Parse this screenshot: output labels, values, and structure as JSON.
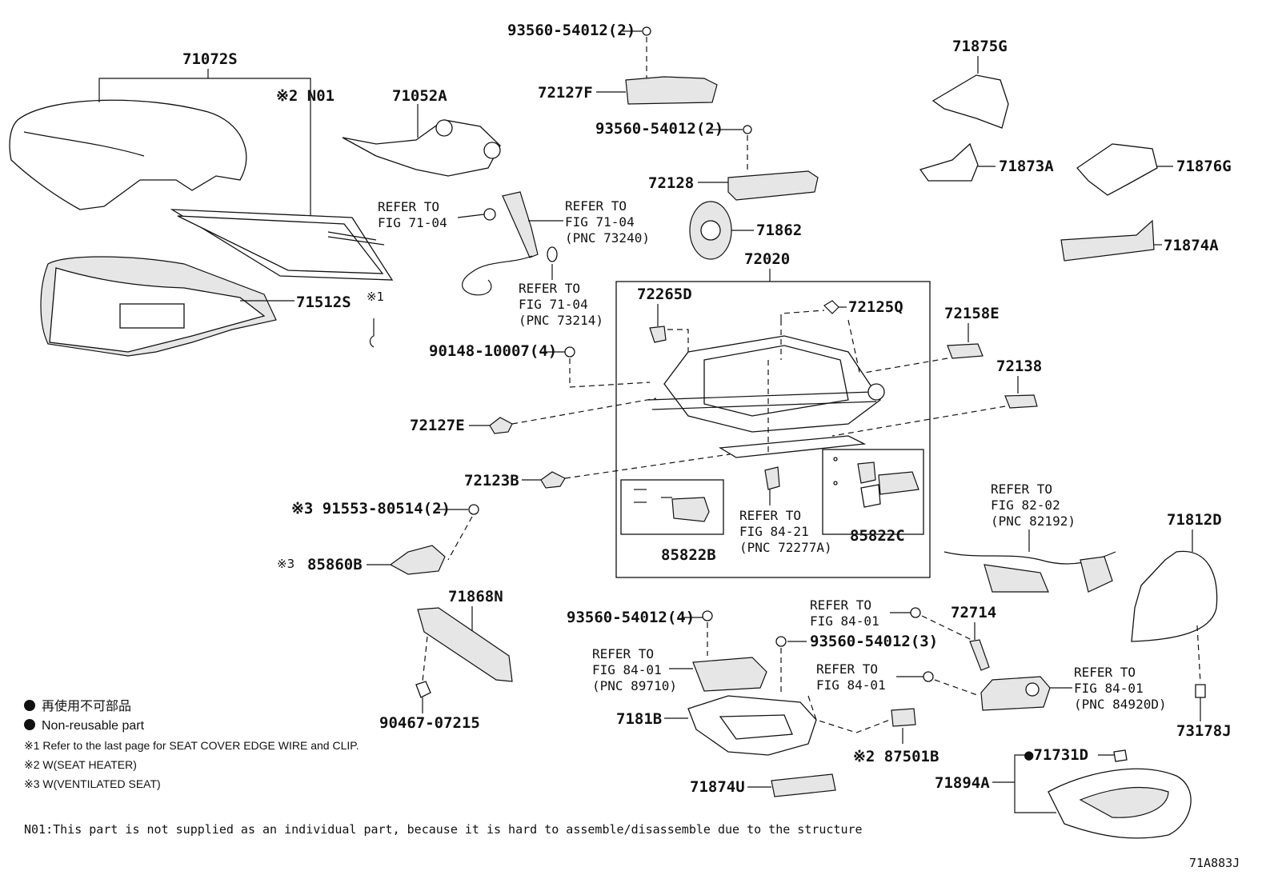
{
  "parts": {
    "p71072S": "71072S",
    "n01_label": "※2 N01",
    "p71052A": "71052A",
    "p71512S": "71512S",
    "mark1": "※1",
    "p93560_a": "93560-54012(2)",
    "p72127F": "72127F",
    "p93560_b": "93560-54012(2)",
    "p72128": "72128",
    "p71862": "71862",
    "p72020": "72020",
    "p72265D": "72265D",
    "p72125Q": "72125Q",
    "p72158E": "72158E",
    "p72138": "72138",
    "p90148": "90148-10007(4)",
    "p72127E": "72127E",
    "p72123B": "72123B",
    "p91553": "※3 91553-80514(2)",
    "p85860B_mark": "※3",
    "p85860B": "85860B",
    "p85822B": "85822B",
    "p85822C": "85822C",
    "p71868N": "71868N",
    "p90467": "90467-07215",
    "p71875G": "71875G",
    "p71873A": "71873A",
    "p71876G": "71876G",
    "p71874A": "71874A",
    "p71812D": "71812D",
    "p72714": "72714",
    "p93560_c": "93560-54012(4)",
    "p93560_d": "93560-54012(3)",
    "p7181B": "7181B",
    "p87501B": "※2 87501B",
    "p71874U": "71874U",
    "p71731D": "●71731D",
    "p71894A": "71894A",
    "p73178J": "73178J"
  },
  "refs": {
    "r1": [
      "REFER TO",
      "FIG 71-04"
    ],
    "r2": [
      "REFER TO",
      "FIG 71-04",
      "(PNC 73240)"
    ],
    "r3": [
      "REFER TO",
      "FIG 71-04",
      "(PNC 73214)"
    ],
    "r4": [
      "REFER TO",
      "FIG 84-21",
      "(PNC 72277A)"
    ],
    "r5": [
      "REFER TO",
      "FIG 82-02",
      "(PNC 82192)"
    ],
    "r6": [
      "REFER TO",
      "FIG 84-01"
    ],
    "r7": [
      "REFER TO",
      "FIG 84-01",
      "(PNC 89710)"
    ],
    "r8": [
      "REFER TO",
      "FIG 84-01"
    ],
    "r9": [
      "REFER TO",
      "FIG 84-01",
      "(PNC 84920D)"
    ]
  },
  "legend": {
    "jp": "再使用不可部品",
    "en": "Non-reusable part",
    "note1": "※1 Refer to the last page for SEAT COVER EDGE WIRE and CLIP.",
    "note2": "※2 W(SEAT HEATER)",
    "note3": "※3 W(VENTILATED SEAT)"
  },
  "footnote": "N01:This part is not supplied as an individual part, because it is hard to assemble/disassemble due to the structure",
  "figure_code": "71A883J"
}
